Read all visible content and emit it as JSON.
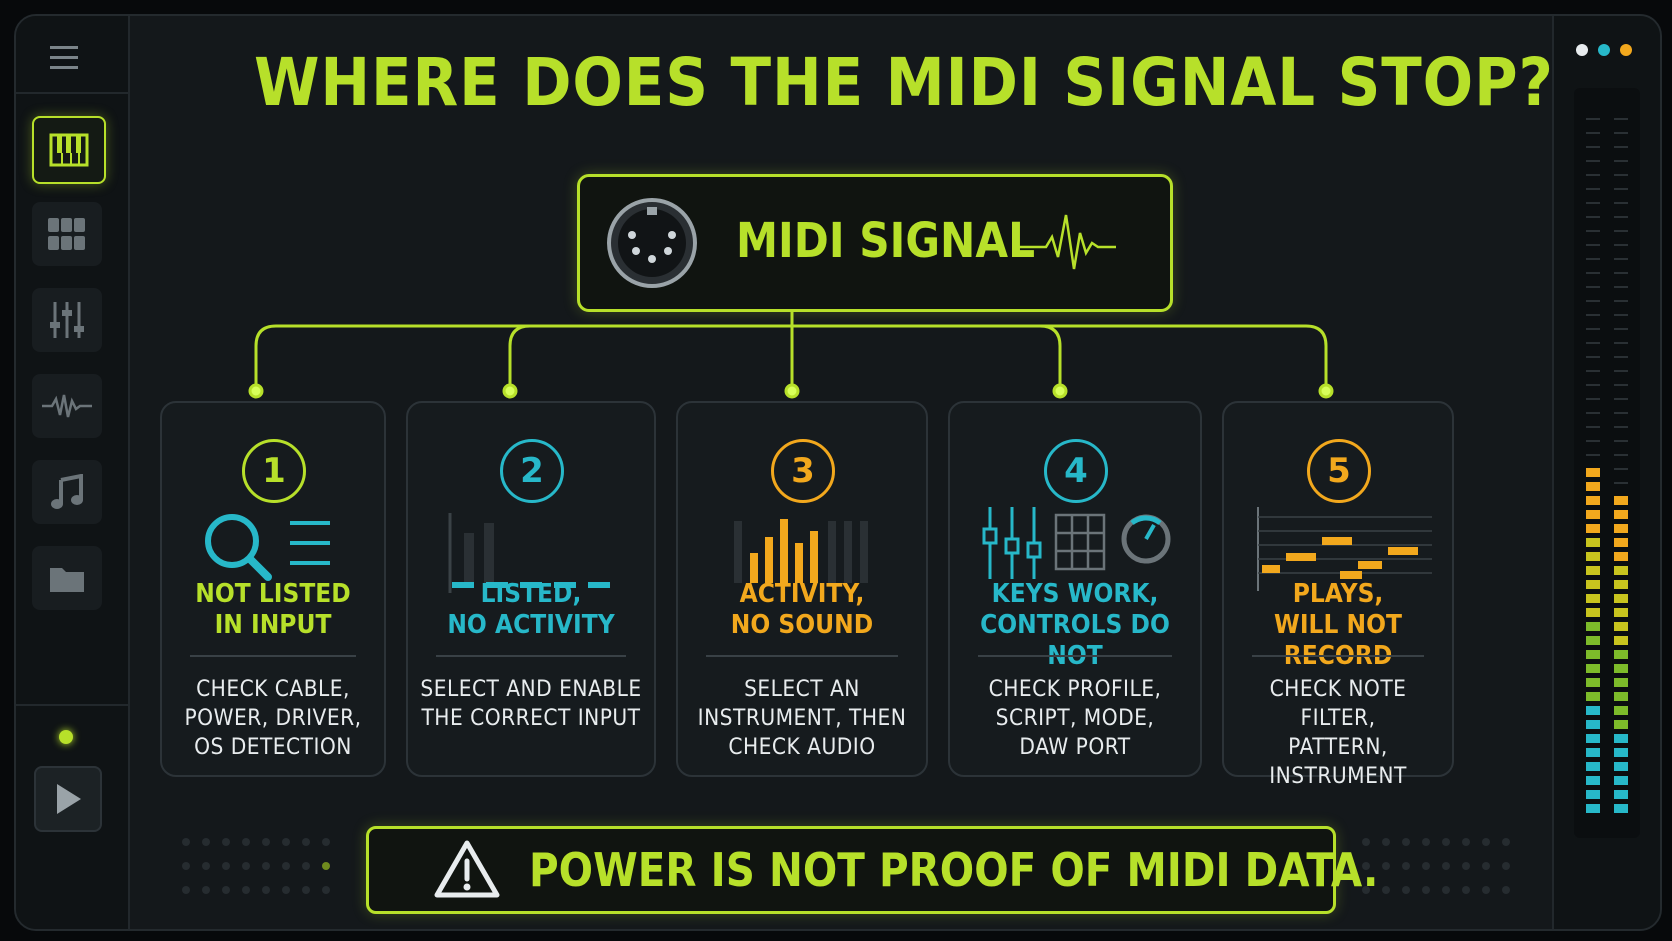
{
  "title": "WHERE DOES THE MIDI SIGNAL STOP?",
  "root": {
    "label": "MIDI SIGNAL",
    "icon": "midi-din-connector-icon",
    "wave_icon": "signal-wave-icon"
  },
  "colors": {
    "lime": "#b7e02a",
    "cyan": "#27b8c9",
    "orange": "#f2a81d"
  },
  "sidebar": {
    "items": [
      {
        "icon": "menu-icon"
      },
      {
        "icon": "piano-keys-icon",
        "active": true
      },
      {
        "icon": "grid-icon"
      },
      {
        "icon": "mixer-sliders-icon"
      },
      {
        "icon": "waveform-icon"
      },
      {
        "icon": "music-note-icon"
      },
      {
        "icon": "folder-icon"
      }
    ],
    "play_icon": "play-icon"
  },
  "cards": [
    {
      "number": "1",
      "title": "NOT LISTED\nIN INPUT",
      "desc": "CHECK CABLE,\nPOWER, DRIVER,\nOS DETECTION",
      "color": "#b7e02a",
      "icon": "search-list-icon"
    },
    {
      "number": "2",
      "title": "LISTED,\nNO ACTIVITY",
      "desc": "SELECT AND ENABLE\nTHE CORRECT INPUT",
      "color": "#27b8c9",
      "icon": "flat-meter-icon"
    },
    {
      "number": "3",
      "title": "ACTIVITY,\nNO SOUND",
      "desc": "SELECT AN\nINSTRUMENT, THEN\nCHECK AUDIO",
      "color": "#f2a81d",
      "icon": "activity-meter-icon"
    },
    {
      "number": "4",
      "title": "KEYS WORK,\nCONTROLS DO NOT",
      "desc": "CHECK PROFILE,\nSCRIPT, MODE,\nDAW PORT",
      "color": "#27b8c9",
      "icon": "controls-knob-pads-icon"
    },
    {
      "number": "5",
      "title": "PLAYS,\nWILL NOT RECORD",
      "desc": "CHECK NOTE FILTER,\nPATTERN, INSTRUMENT",
      "color": "#f2a81d",
      "icon": "piano-roll-icon"
    }
  ],
  "banner": {
    "text": "POWER IS NOT PROOF OF MIDI DATA.",
    "icon": "warning-icon"
  },
  "window_dots": [
    "#e8ecee",
    "#27b8c9",
    "#f2a81d"
  ]
}
